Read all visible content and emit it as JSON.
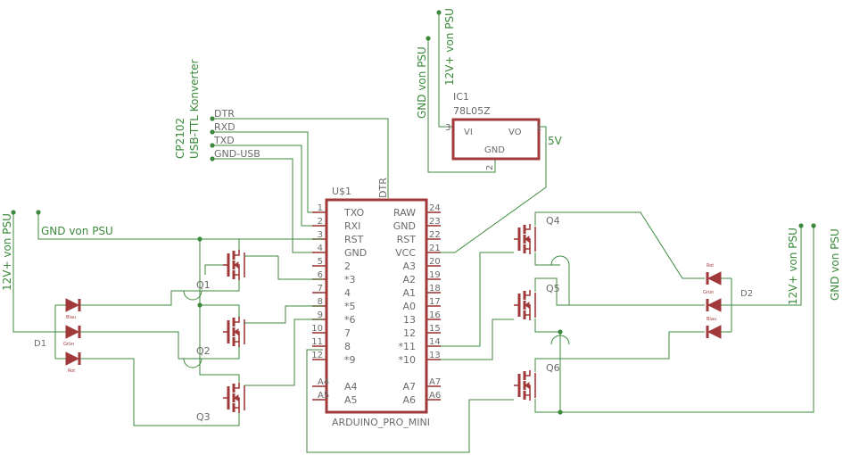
{
  "nets": {
    "psu12v_top": "12V+ von PSU",
    "gnd_top": "GND von PSU",
    "psu12v_left": "12V+ von PSU",
    "gnd_left": "GND von PSU",
    "psu12v_right": "12V+ von PSU",
    "gnd_right": "GND von PSU",
    "dtr": "DTR",
    "rxd": "RXD",
    "txd": "TXD",
    "gnd_usb": "GND-USB",
    "v5": "5V",
    "dtr_pin": "DTR"
  },
  "converter": {
    "line1": "CP2102",
    "line2": "USB-TTL Konverter"
  },
  "regulator": {
    "ref": "IC1",
    "part": "78L05Z",
    "vi": "VI",
    "vo": "VO",
    "gnd": "GND",
    "pin_vi": "3",
    "pin_vo": "1",
    "pin_gnd": "2"
  },
  "arduino": {
    "ref": "U$1",
    "name": "ARDUINO_PRO_MINI",
    "left_pins": [
      {
        "num": "1",
        "name": "TXO"
      },
      {
        "num": "2",
        "name": "RXI"
      },
      {
        "num": "3",
        "name": "RST"
      },
      {
        "num": "4",
        "name": "GND"
      },
      {
        "num": "5",
        "name": "2"
      },
      {
        "num": "6",
        "name": "*3"
      },
      {
        "num": "7",
        "name": "4"
      },
      {
        "num": "8",
        "name": "*5"
      },
      {
        "num": "9",
        "name": "*6"
      },
      {
        "num": "10",
        "name": "7"
      },
      {
        "num": "11",
        "name": "8"
      },
      {
        "num": "12",
        "name": "*9"
      }
    ],
    "right_pins": [
      {
        "num": "24",
        "name": "RAW"
      },
      {
        "num": "23",
        "name": "GND"
      },
      {
        "num": "22",
        "name": "RST"
      },
      {
        "num": "21",
        "name": "VCC"
      },
      {
        "num": "20",
        "name": "A3"
      },
      {
        "num": "19",
        "name": "A2"
      },
      {
        "num": "18",
        "name": "A1"
      },
      {
        "num": "17",
        "name": "A0"
      },
      {
        "num": "16",
        "name": "13"
      },
      {
        "num": "15",
        "name": "12"
      },
      {
        "num": "14",
        "name": "*11"
      },
      {
        "num": "13",
        "name": "*10"
      }
    ],
    "bottom_left": [
      {
        "num": "A4",
        "name": "A4"
      },
      {
        "num": "A5",
        "name": "A5"
      }
    ],
    "bottom_right": [
      {
        "num": "A7",
        "name": "A7"
      },
      {
        "num": "A6",
        "name": "A6"
      }
    ]
  },
  "transistors": {
    "q1": "Q1",
    "q2": "Q2",
    "q3": "Q3",
    "q4": "Q4",
    "q5": "Q5",
    "q6": "Q6"
  },
  "leds": {
    "d1": "D1",
    "d2": "D2",
    "blue": "Blau",
    "green": "Grün",
    "red": "Rot"
  }
}
